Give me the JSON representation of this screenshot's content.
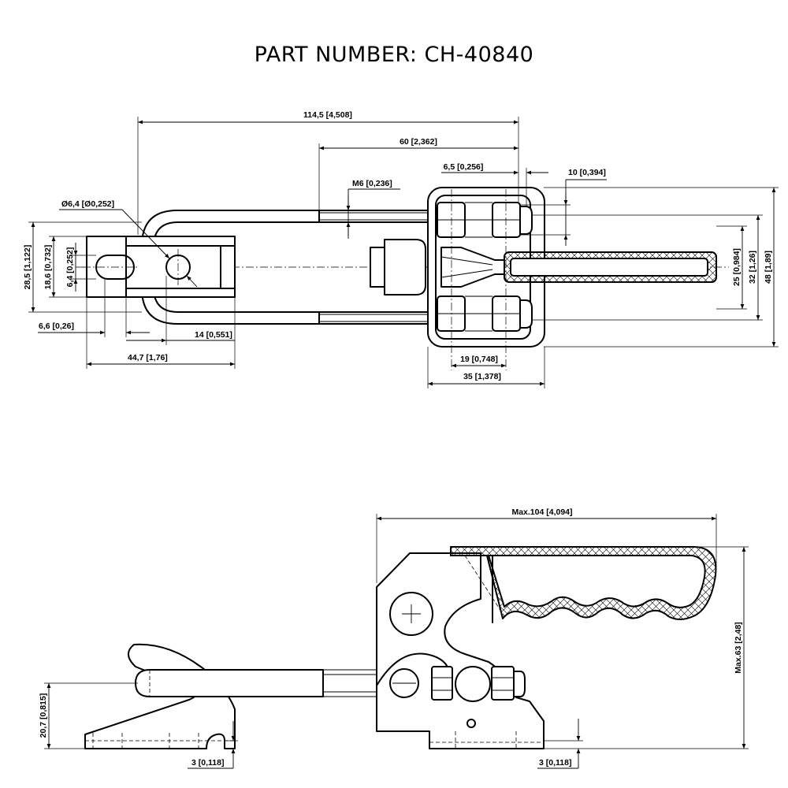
{
  "title": "PART NUMBER:   CH-40840",
  "top_view": {
    "dimensions": {
      "overall_length": "114,5 [4,508]",
      "bolt_length": "60 [2,362]",
      "nut_width": "6,5 [0,256]",
      "nut_offset": "10 [0,394]",
      "thread": "M6 [0,236]",
      "hole_dia": "Ø6,4 [Ø0,252]",
      "base_width": "28,5 [1,122]",
      "slot_span": "18,6 [0,732]",
      "slot_width": "6,4 [0,252]",
      "edge_offset": "6,6 [0,26]",
      "hole_pitch": "14 [0,551]",
      "base_length": "44,7 [1,76]",
      "nut_pitch": "19 [0,748]",
      "body_width": "35 [1,378]",
      "handle_width": "25 [0,984]",
      "stud_span": "32 [1,26]",
      "body_height": "48 [1,89]"
    }
  },
  "side_view": {
    "dimensions": {
      "max_length": "Max.104 [4,094]",
      "max_height": "Max.63 [2,48]",
      "hook_height": "20,7 [0,815]",
      "hook_plate": "3 [0,118]",
      "base_plate": "3 [0,118]"
    }
  },
  "colors": {
    "line": "#000000",
    "background": "#ffffff"
  }
}
